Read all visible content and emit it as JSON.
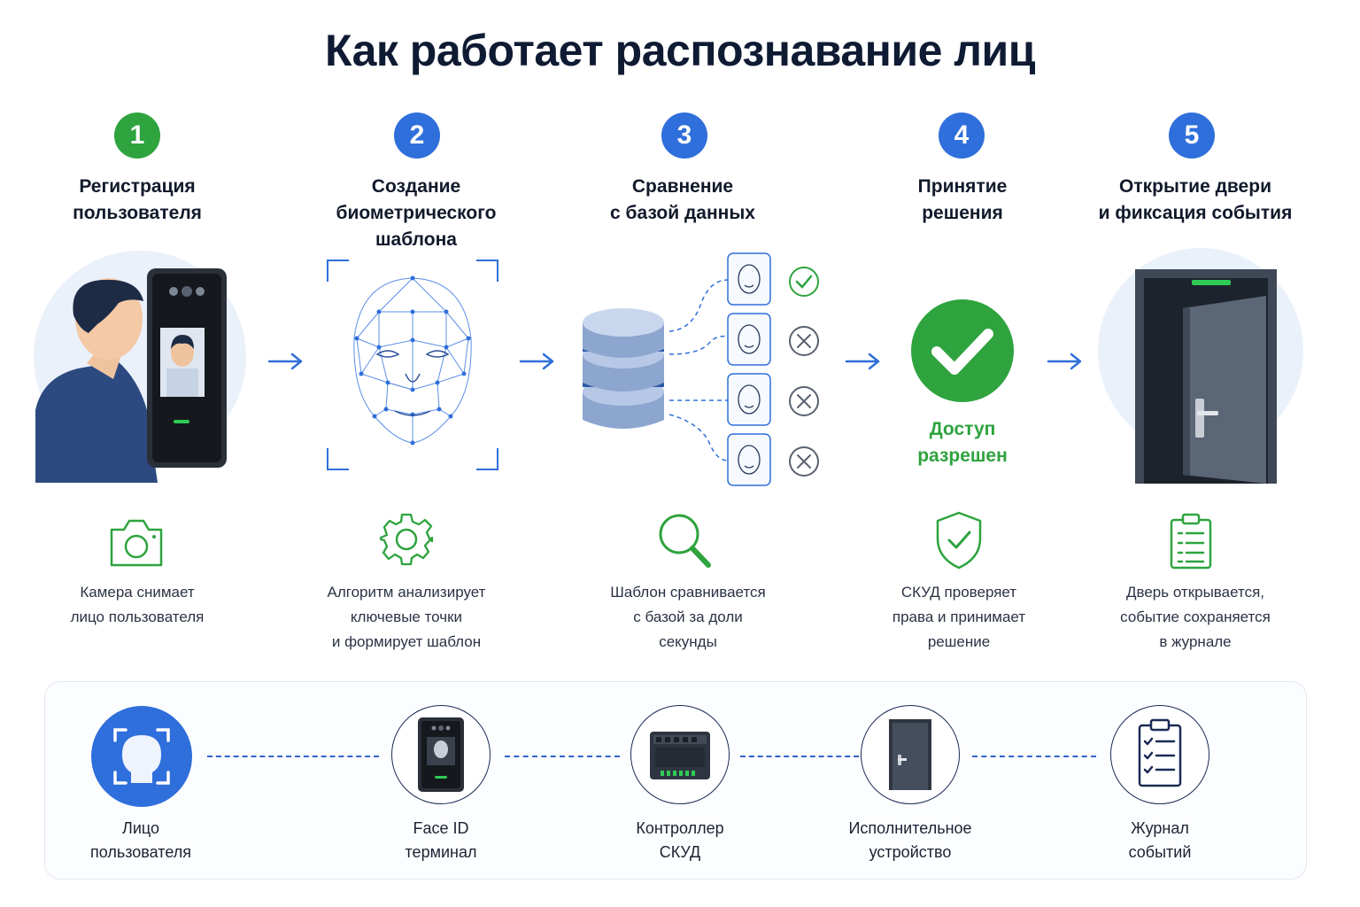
{
  "title": "Как работает распознавание лиц",
  "colors": {
    "green": "#2ea33e",
    "blue": "#2f6fdb",
    "navy": "#1a2b55",
    "arrow": "#2f6fdb"
  },
  "steps": [
    {
      "num": "1",
      "title": "Регистрация\nпользователя",
      "icon": "camera-icon",
      "desc": "Камера снимает\nлицо пользователя"
    },
    {
      "num": "2",
      "title": "Создание\nбиометрического\nшаблона",
      "icon": "gear-icon",
      "desc": "Алгоритм анализирует\nключевые точки\nи формирует шаблон"
    },
    {
      "num": "3",
      "title": "Сравнение\nс базой данных",
      "icon": "search-icon",
      "desc": "Шаблон сравнивается\nс базой за доли\nсекунды"
    },
    {
      "num": "4",
      "title": "Принятие\nрешения",
      "icon": "shield-check-icon",
      "desc": "СКУД проверяет\nправа и принимает\nрешение"
    },
    {
      "num": "5",
      "title": "Открытие двери\nи фиксация события",
      "icon": "clipboard-list-icon",
      "desc": "Дверь открывается,\nсобытие сохраняется\nв журнале"
    }
  ],
  "access_text": "Доступ\nразрешен",
  "components": [
    {
      "label": "Лицо\nпользователя",
      "icon": "face-scan-icon"
    },
    {
      "label": "Face ID\nтерминал",
      "icon": "terminal-icon"
    },
    {
      "label": "Контроллер\nСКУД",
      "icon": "controller-icon"
    },
    {
      "label": "Исполнительное\nустройство",
      "icon": "door-icon"
    },
    {
      "label": "Журнал\nсобытий",
      "icon": "checklist-icon"
    }
  ]
}
